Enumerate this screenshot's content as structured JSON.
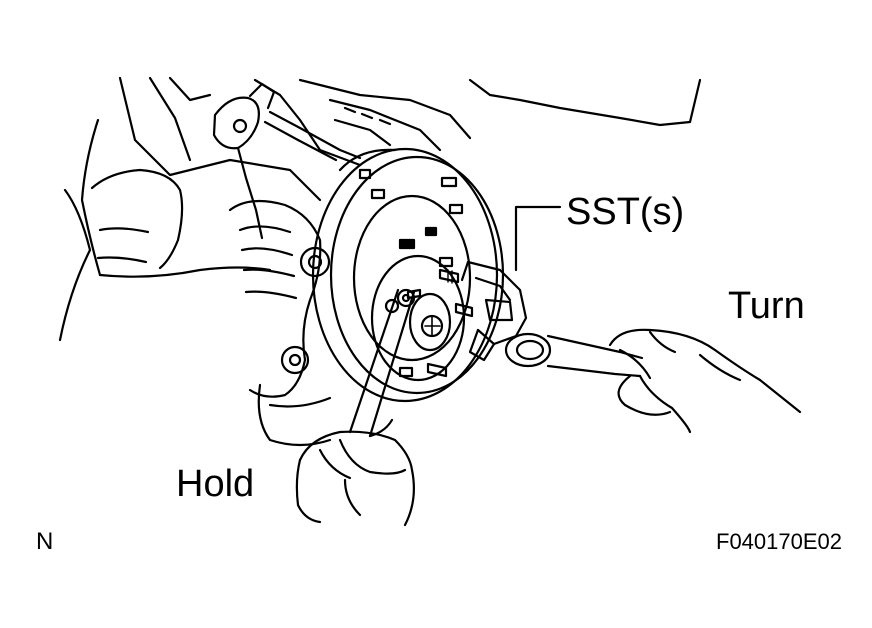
{
  "labels": {
    "sst": "SST(s)",
    "turn": "Turn",
    "hold": "Hold",
    "corner": "N",
    "figure_code": "F040170E02"
  },
  "colors": {
    "ink": "#000000",
    "paper": "#ffffff"
  }
}
